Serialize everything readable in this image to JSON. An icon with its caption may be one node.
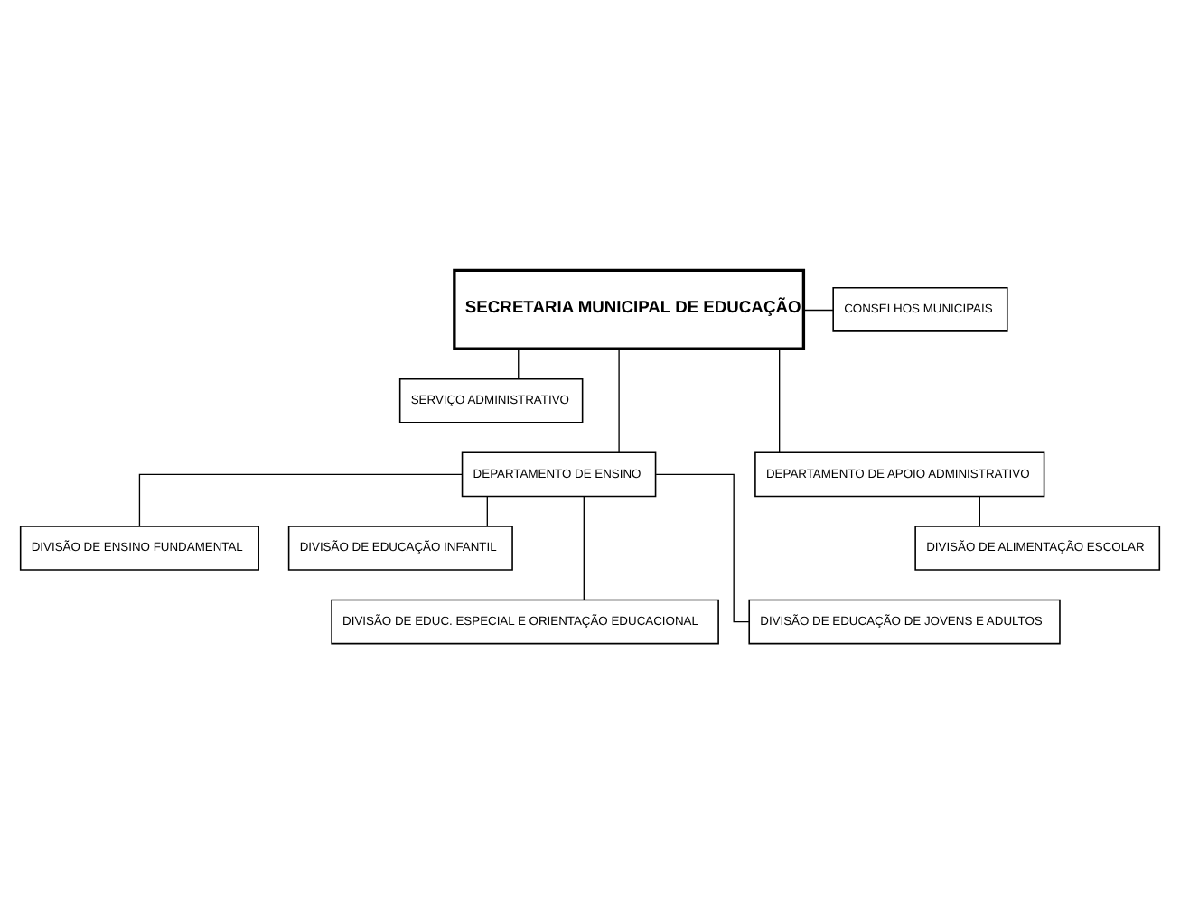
{
  "diagram": {
    "nodes": [
      {
        "text": [
          "SECRETARIA MUNICIPAL DE EDUCAÇÃO"
        ]
      },
      {
        "text": [
          "CONSELHOS MUNICIPAIS"
        ]
      },
      {
        "text": [
          "SERVIÇO ADMINISTRATIVO"
        ]
      },
      {
        "text": [
          "DEPARTAMENTO DE ENSINO"
        ]
      },
      {
        "text": [
          "DEPARTAMENTO DE APOIO ADMINISTRATIVO"
        ]
      },
      {
        "text": [
          "DIVISÃO DE ENSINO FUNDAMENTAL"
        ]
      },
      {
        "text": [
          "DIVISÃO DE EDUCAÇÃO INFANTIL"
        ]
      },
      {
        "text": [
          "DIVISÃO DE ALIMENTAÇÃO ESCOLAR"
        ]
      },
      {
        "text": [
          "DIVISÃO DE EDUC. ESPECIAL E ORIENTAÇÃO EDUCACIONAL"
        ]
      },
      {
        "text": [
          "DIVISÃO DE EDUCAÇÃO DE JOVENS E ADULTOS"
        ]
      }
    ],
    "edges": [
      {
        "from": 0,
        "to": 1,
        "arrow": "none"
      },
      {
        "from": 0,
        "to": 2,
        "arrow": "none"
      },
      {
        "from": 0,
        "to": 3,
        "arrow": "none"
      },
      {
        "from": 0,
        "to": 4,
        "arrow": "none"
      },
      {
        "from": 3,
        "to": 5,
        "arrow": "none"
      },
      {
        "from": 3,
        "to": 6,
        "arrow": "none"
      },
      {
        "from": 3,
        "to": 8,
        "arrow": "none"
      },
      {
        "from": 3,
        "to": 9,
        "arrow": "none"
      },
      {
        "from": 4,
        "to": 7,
        "arrow": "none"
      }
    ]
  }
}
